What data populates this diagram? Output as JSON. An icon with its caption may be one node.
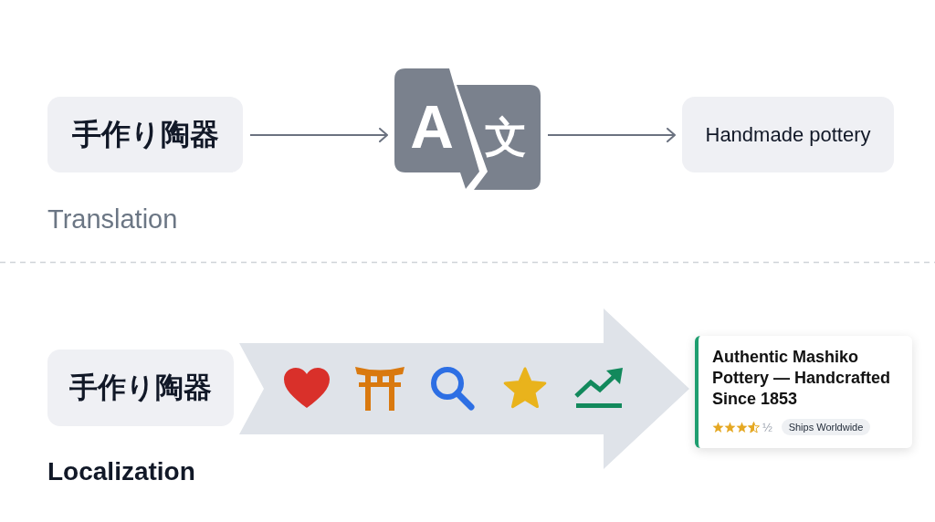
{
  "diagram": {
    "nodes": [
      {
        "text": [
          "手作り陶器"
        ]
      },
      {
        "text": [
          "A",
          "文"
        ]
      },
      {
        "text": [
          "Handmade pottery"
        ]
      },
      {
        "text": [
          "手作り陶器"
        ]
      },
      {
        "text": [
          "Authentic Mashiko Pottery — Handcrafted Since 1853",
          "½"
        ]
      },
      {
        "text": [
          "Ships Worldwide"
        ],
        "in": 4
      }
    ],
    "edges": [
      {
        "from": 0,
        "to": 1,
        "arrow": "to"
      },
      {
        "from": 1,
        "to": 2,
        "arrow": "to"
      },
      {
        "from": 3,
        "to": 4,
        "arrow": "to",
        "style": "thick",
        "color": "#dfe3e9"
      }
    ],
    "labels": [
      "Translation",
      "Localization"
    ]
  }
}
